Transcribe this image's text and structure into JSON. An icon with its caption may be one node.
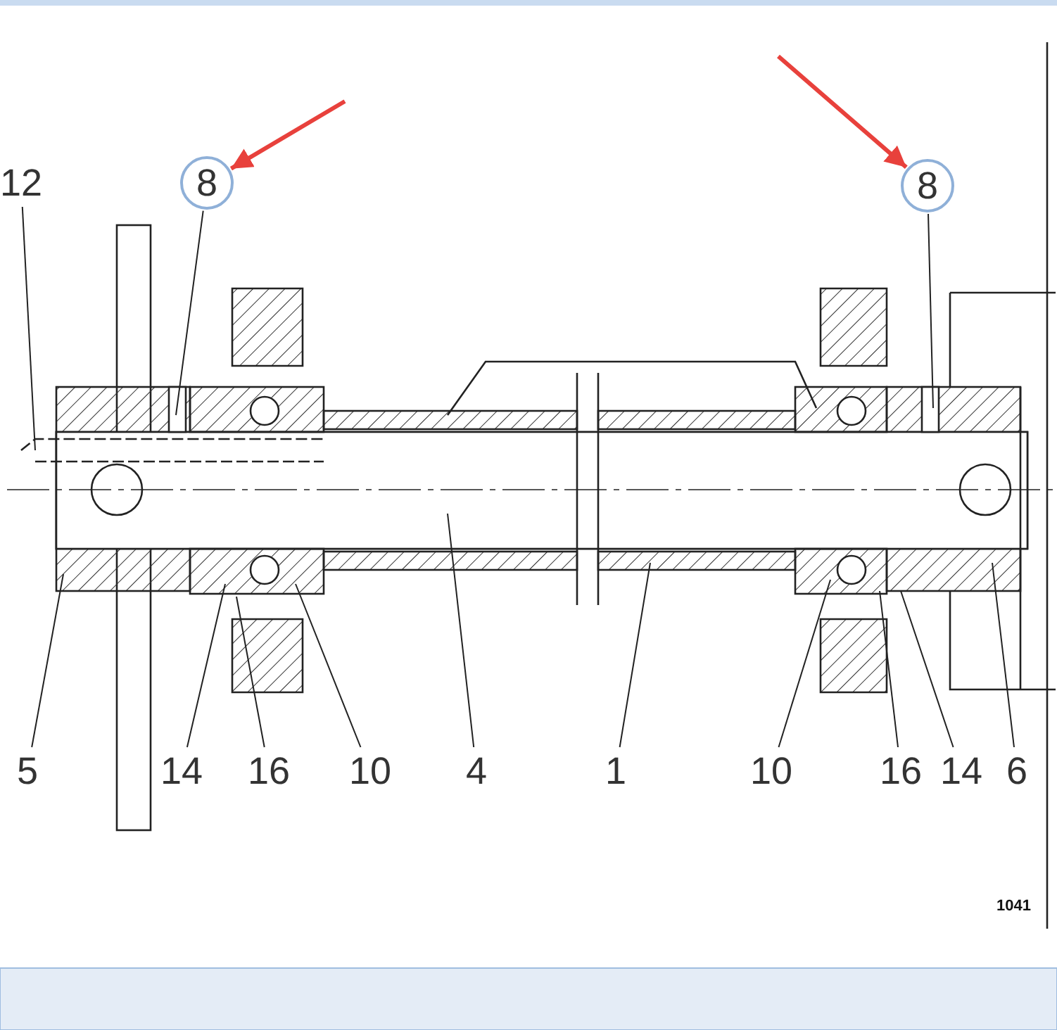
{
  "diagram": {
    "nodes": [
      {
        "text": [
          "12"
        ]
      },
      {
        "text": [
          "8"
        ]
      },
      {
        "text": [
          "8"
        ]
      },
      {
        "text": [
          "5"
        ]
      },
      {
        "text": [
          "14"
        ]
      },
      {
        "text": [
          "16"
        ]
      },
      {
        "text": [
          "10"
        ]
      },
      {
        "text": [
          "4"
        ]
      },
      {
        "text": [
          "1"
        ]
      },
      {
        "text": [
          "10"
        ]
      },
      {
        "text": [
          "16"
        ]
      },
      {
        "text": [
          "14"
        ]
      },
      {
        "text": [
          "6"
        ]
      }
    ],
    "edges": [
      {
        "from": 0,
        "to": null,
        "arrow": "none"
      },
      {
        "from": 1,
        "to": null,
        "arrow": "none"
      },
      {
        "from": 2,
        "to": null,
        "arrow": "none"
      },
      {
        "from": 3,
        "to": null,
        "arrow": "none"
      },
      {
        "from": 4,
        "to": null,
        "arrow": "none"
      },
      {
        "from": 5,
        "to": null,
        "arrow": "none"
      },
      {
        "from": 6,
        "to": null,
        "arrow": "none"
      },
      {
        "from": 7,
        "to": null,
        "arrow": "none"
      },
      {
        "from": 8,
        "to": null,
        "arrow": "none"
      },
      {
        "from": 9,
        "to": null,
        "arrow": "none"
      },
      {
        "from": 10,
        "to": null,
        "arrow": "none"
      },
      {
        "from": 11,
        "to": null,
        "arrow": "none"
      },
      {
        "from": 12,
        "to": null,
        "arrow": "none"
      },
      {
        "from": null,
        "to": 1,
        "arrow": "to",
        "style": "thick",
        "color": "#e8413c"
      },
      {
        "from": null,
        "to": 2,
        "arrow": "to",
        "style": "thick",
        "color": "#e8413c"
      }
    ],
    "labels": [
      "1041"
    ]
  }
}
